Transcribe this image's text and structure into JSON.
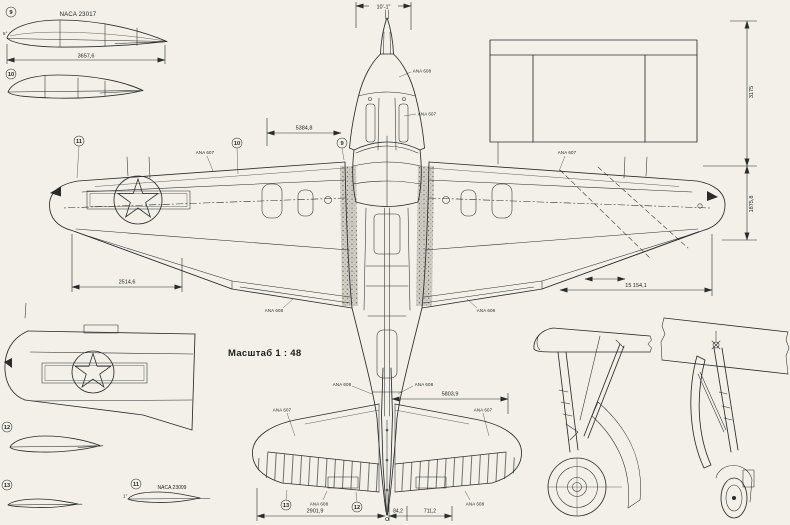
{
  "colors": {
    "paper": "#f2f0e9",
    "ink": "#2b2b2b",
    "band": "#cfccc3"
  },
  "scale": {
    "label": "Масштаб 1 : 48"
  },
  "airfoil_sections": {
    "s9": {
      "num": "9",
      "name": "NACA 23017",
      "chord": "3657,6",
      "angle": "5°"
    },
    "s10": {
      "num": "10"
    },
    "s11": {
      "num": "11",
      "name": "NACA 23009",
      "angle": "1°"
    },
    "s12": {
      "num": "12"
    },
    "s13": {
      "num": "13"
    }
  },
  "dimensions": {
    "prop_width": "10'-1\"",
    "nose_length": "5384,8",
    "aileron_span": "2514,6",
    "wing_half_span": "15 154,1",
    "tail_length": "5803,9",
    "stab_span": "2901,9",
    "rudder_offset": "84,2",
    "elevator_chord": "711,2",
    "right_top": "3175",
    "right_bottom": "1875,8"
  },
  "part_labels": {
    "ana_607": "ANA 607",
    "ana_608": "ANA 608"
  }
}
